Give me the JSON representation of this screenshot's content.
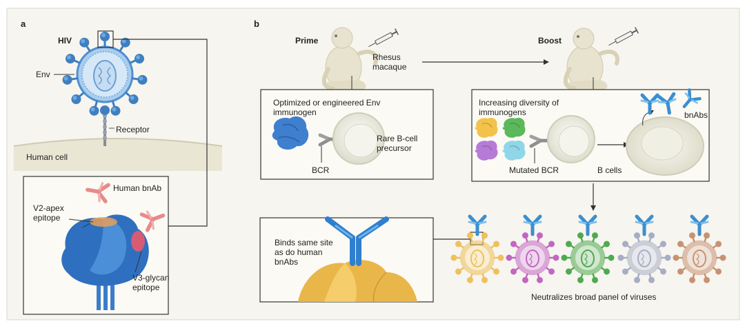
{
  "panel_a": {
    "letter": "a",
    "hiv_label": "HIV",
    "env_label": "Env",
    "receptor_label": "Receptor",
    "human_cell_label": "Human cell",
    "human_bnab_label": "Human bnAb",
    "v2_apex_label": "V2-apex epitope",
    "v3_glycan_label": "V3-glycan epitope"
  },
  "panel_b": {
    "letter": "b",
    "prime_label": "Prime",
    "boost_label": "Boost",
    "rhesus_label": "Rhesus macaque",
    "prime_box": {
      "immunogen_text": "Optimized or engineered Env immunogen",
      "precursor_text": "Rare B-cell precursor",
      "bcr_label": "BCR"
    },
    "boost_box": {
      "diversity_text": "Increasing diversity of immunogens",
      "bnabs_label": "bnAbs",
      "mutated_bcr_label": "Mutated BCR",
      "bcells_label": "B cells"
    },
    "binds_text": "Binds same site as do human bnAbs",
    "neutralizes_text": "Neutralizes broad panel of viruses"
  },
  "colors": {
    "virus_blue": "#7fb2e0",
    "env_blue": "#3f7fbf",
    "antibody_pink": "#e88a8a",
    "antibody_blue": "#3a8fd0",
    "immunogen_yellow": "#f2c24a",
    "immunogen_green": "#5cb85c",
    "immunogen_purple": "#b57bd6",
    "immunogen_cyan": "#8fd6e8",
    "virus_yellow": "#f0c05a",
    "virus_magenta": "#c266c2",
    "virus_green": "#4faa4f",
    "virus_gray": "#a8adc4",
    "virus_brown": "#c89272",
    "monkey_fill": "#e8e3cf",
    "cell_fill": "#ebeade"
  }
}
